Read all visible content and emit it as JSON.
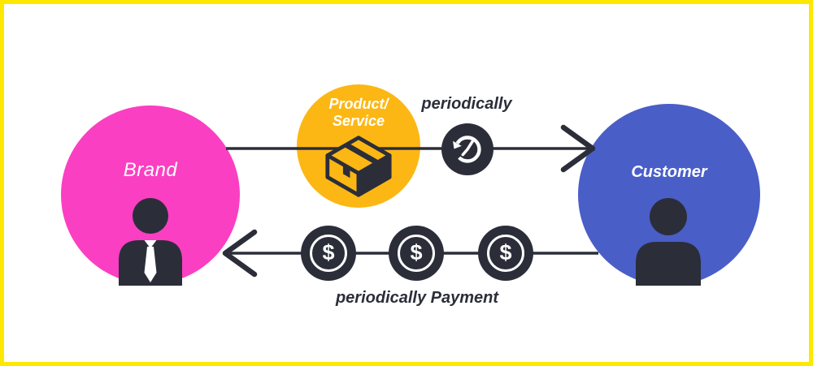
{
  "nodes": {
    "brand": {
      "label": "Brand",
      "color": "#fb3fc2"
    },
    "product_service": {
      "label_line1": "Product/",
      "label_line2": "Service",
      "color": "#fcb714"
    },
    "customer": {
      "label": "Customer",
      "color": "#4a5ec8"
    }
  },
  "flows": {
    "delivery": {
      "label": "periodically"
    },
    "payment": {
      "label": "periodically Payment",
      "coin_symbol": "$",
      "coin_count": 3
    }
  },
  "colors": {
    "frame_border": "#ffe800",
    "background": "#ffffff",
    "dark": "#2b2e39",
    "text_light": "#ffffff"
  },
  "icons": {
    "brand": "person-with-tie-icon",
    "product": "package-box-icon",
    "delivery": "recurring-clock-icon",
    "payment": "dollar-coin-icon",
    "customer": "person-icon"
  }
}
